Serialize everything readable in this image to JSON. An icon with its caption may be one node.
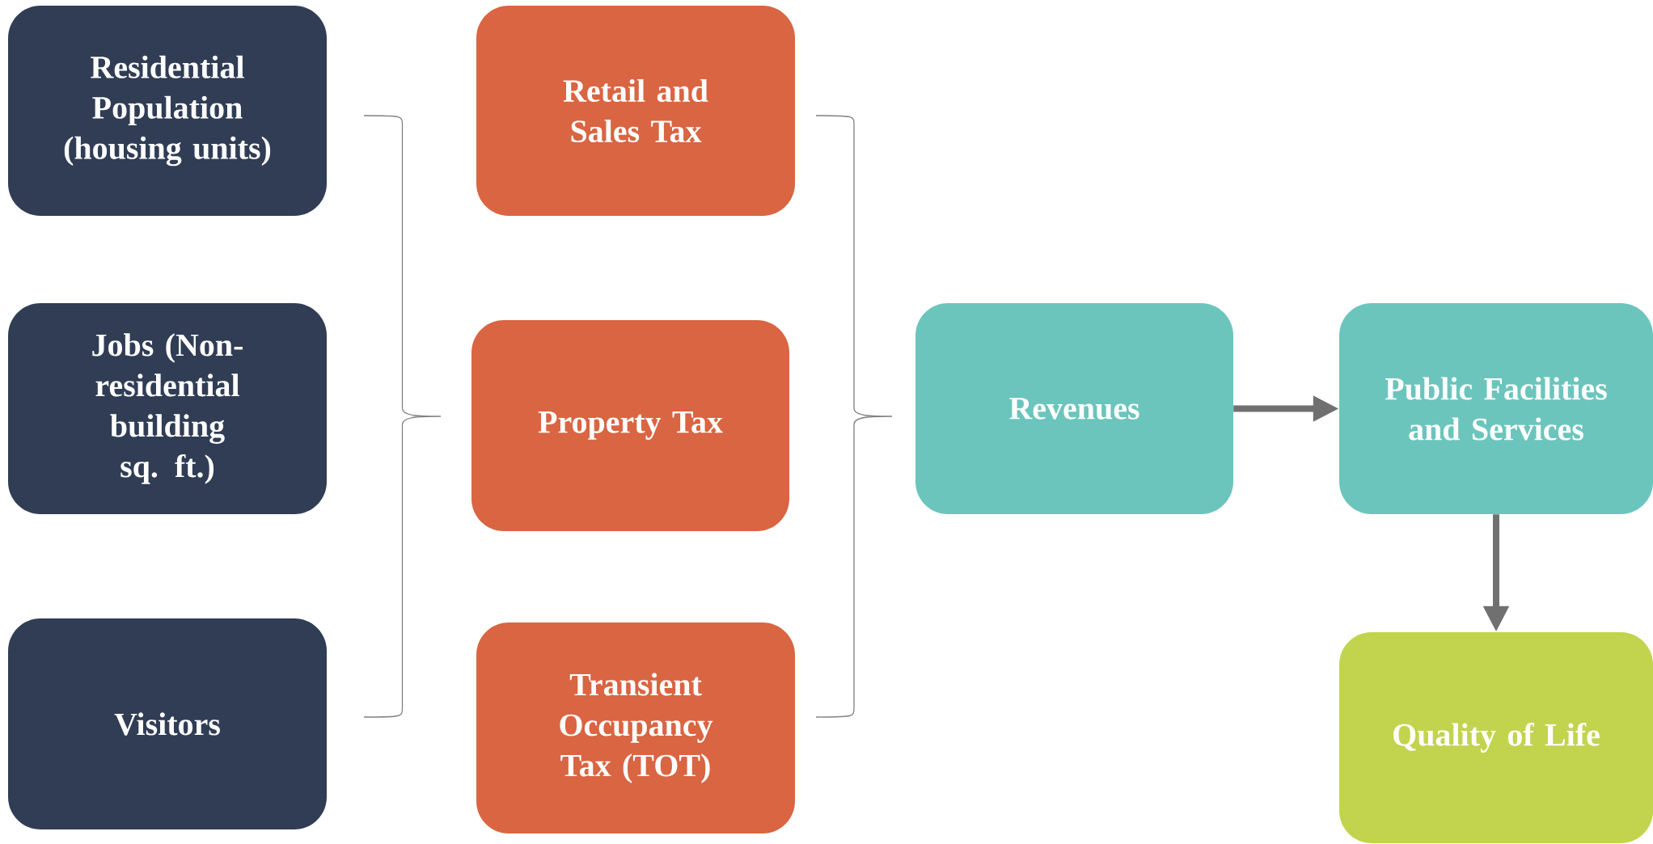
{
  "diagram": {
    "nodes": [
      {
        "text": [
          "Residential Population (housing units)"
        ]
      },
      {
        "text": [
          "Jobs (Non-residential building sq. ft.)"
        ]
      },
      {
        "text": [
          "Visitors"
        ]
      },
      {
        "text": [
          "Retail and Sales Tax"
        ]
      },
      {
        "text": [
          "Property Tax"
        ]
      },
      {
        "text": [
          "Transient Occupancy Tax (TOT)"
        ]
      },
      {
        "text": [
          "Revenues"
        ]
      },
      {
        "text": [
          "Public Facilities and Services"
        ]
      },
      {
        "text": [
          "Quality of Life"
        ]
      }
    ],
    "edges": [
      {
        "from": 6,
        "to": 7,
        "arrow": "to"
      },
      {
        "from": 7,
        "to": 8,
        "arrow": "to"
      }
    ]
  }
}
